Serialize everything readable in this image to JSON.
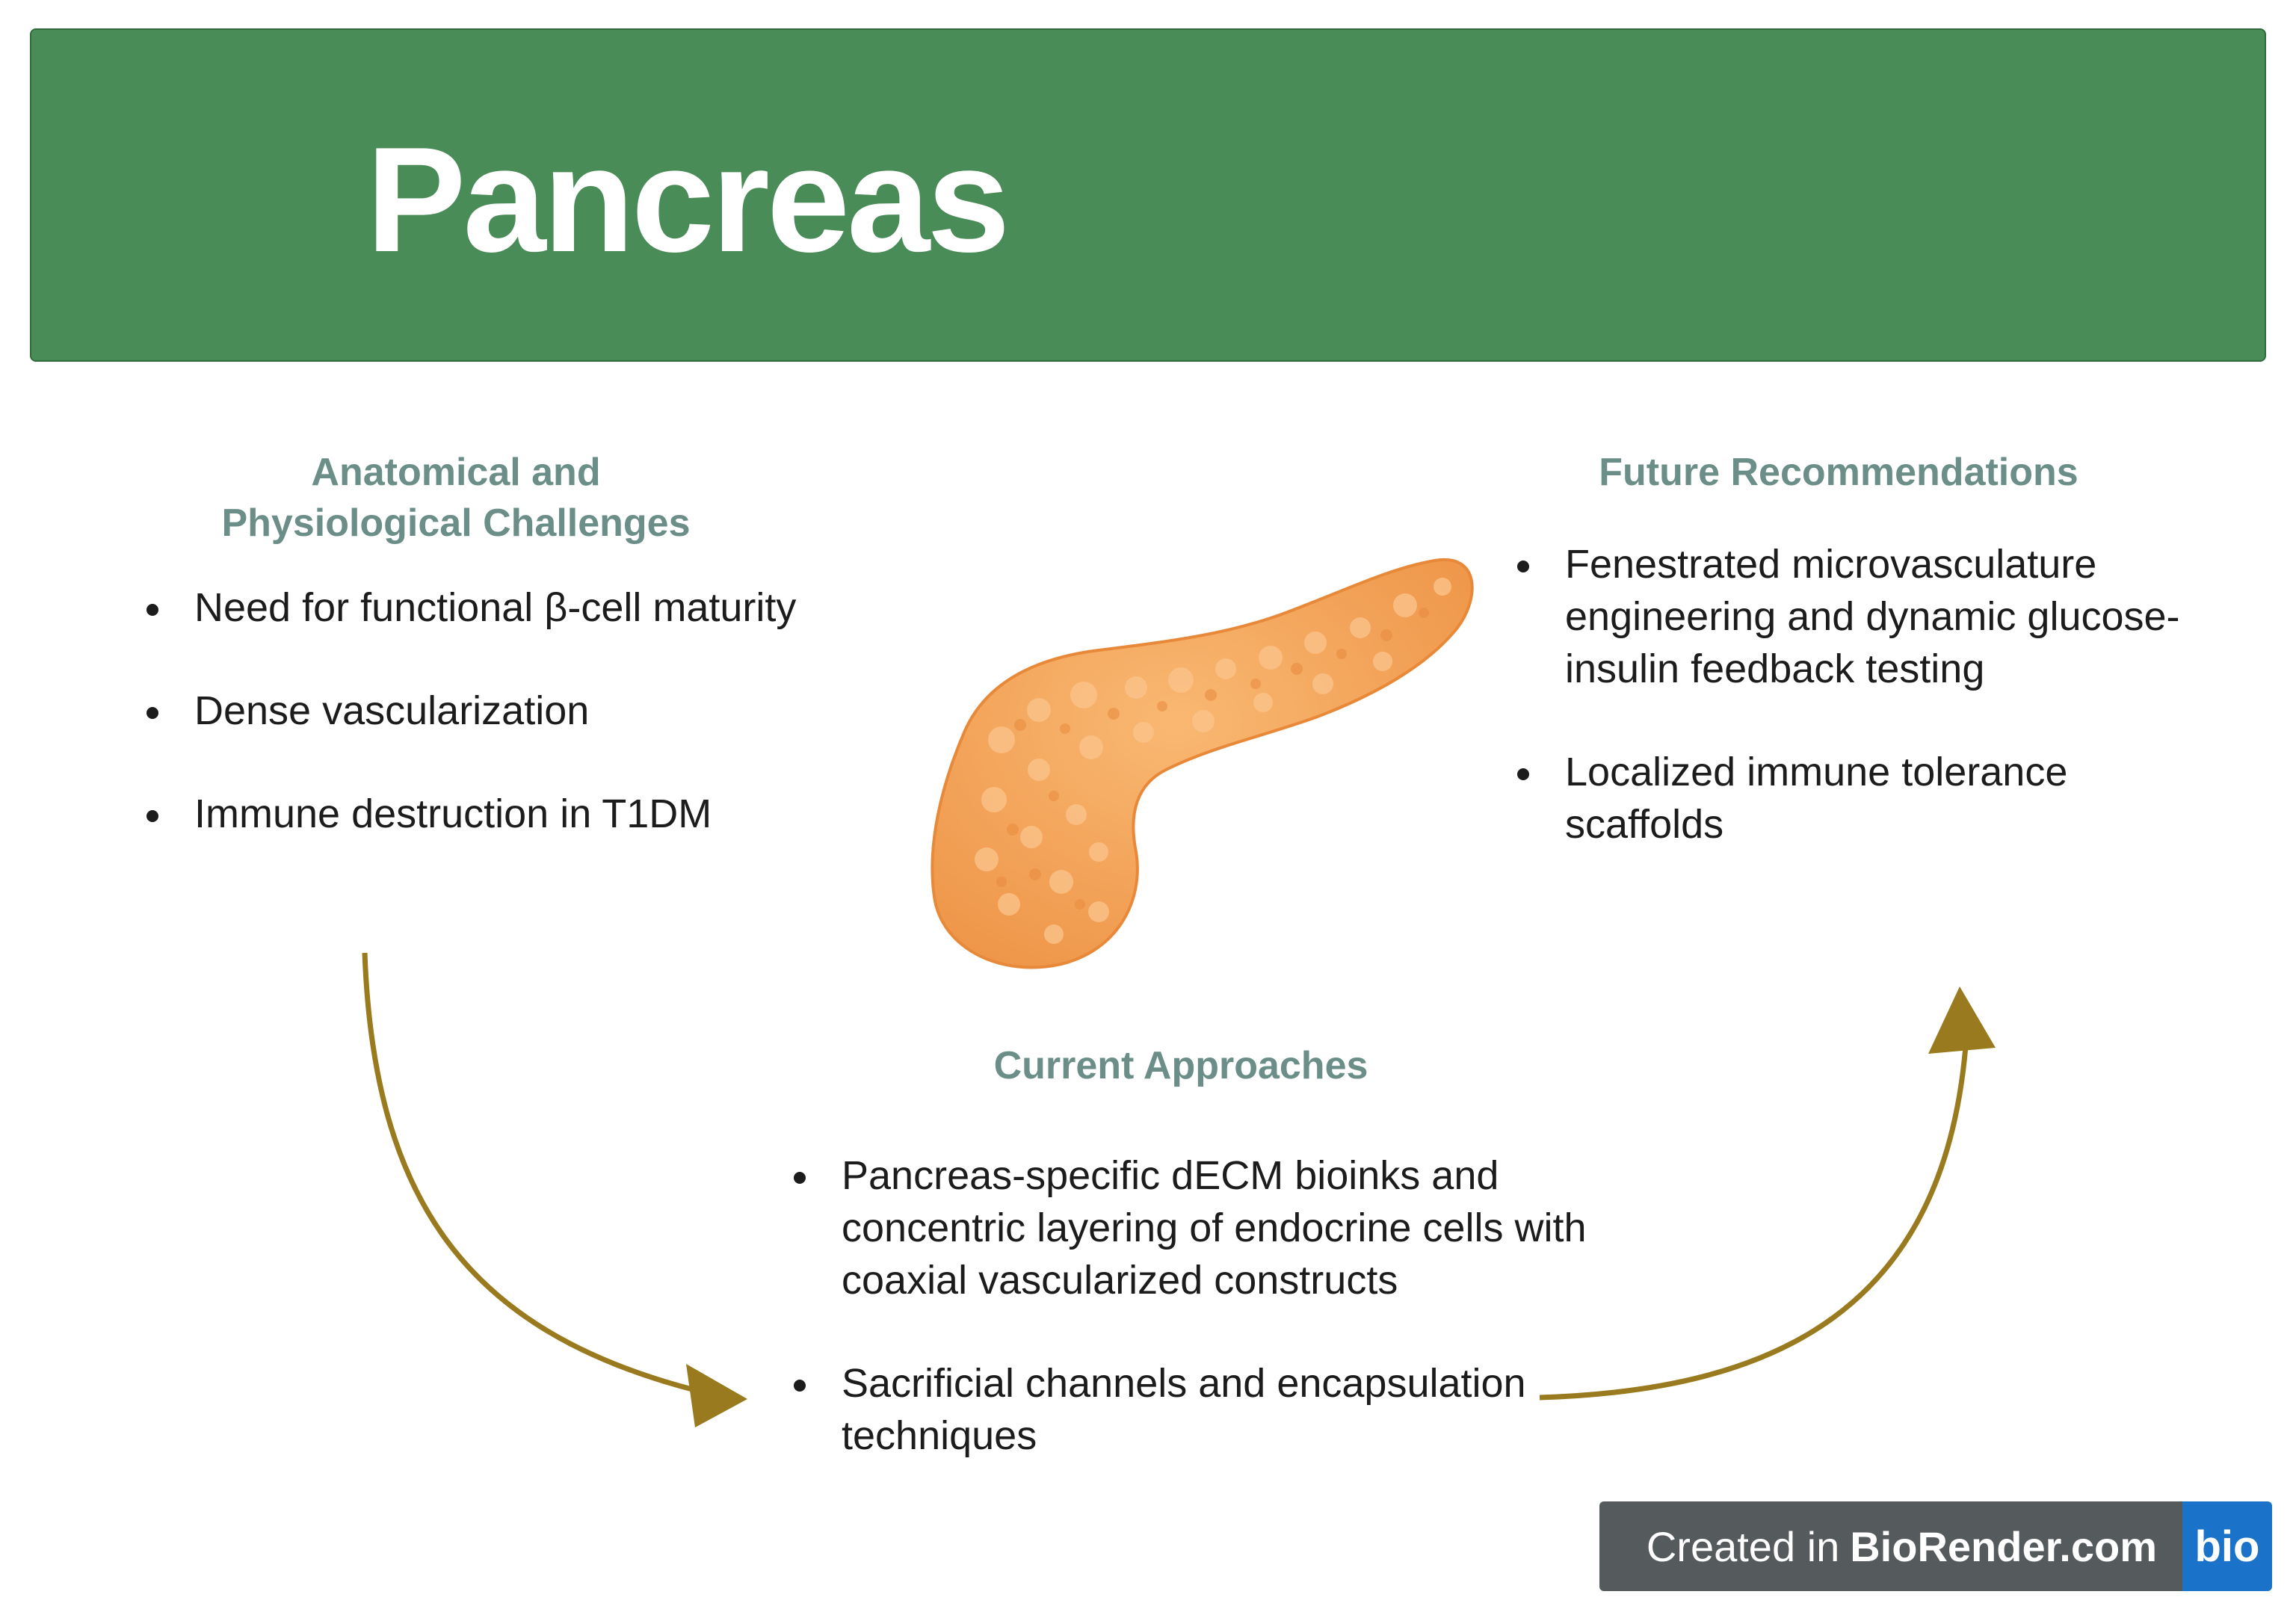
{
  "banner": {
    "title": "Pancreas",
    "color": "#4a8c57"
  },
  "challenges": {
    "heading_line1": "Anatomical and",
    "heading_line2": "Physiological Challenges",
    "items": [
      "Need for functional β-cell maturity",
      "Dense vascularization",
      "Immune destruction in T1DM"
    ]
  },
  "current": {
    "heading": "Current Approaches",
    "items": [
      "Pancreas-specific dECM bioinks and concentric layering of endocrine cells with coaxial vascularized constructs",
      "Sacrificial channels and encapsulation techniques"
    ]
  },
  "future": {
    "heading": "Future Recommendations",
    "items": [
      "Fenestrated microvasculature engineering and dynamic glucose-insulin feedback testing",
      "Localized immune tolerance scaffolds"
    ]
  },
  "badge": {
    "prefix": "Created in",
    "brand": "BioRender.com",
    "logo": "bio"
  },
  "colors": {
    "heading": "#6b8f88",
    "arrow": "#9a7a1e",
    "organ": "#f5a55a"
  },
  "icons": {
    "organ": "pancreas-illustration"
  }
}
